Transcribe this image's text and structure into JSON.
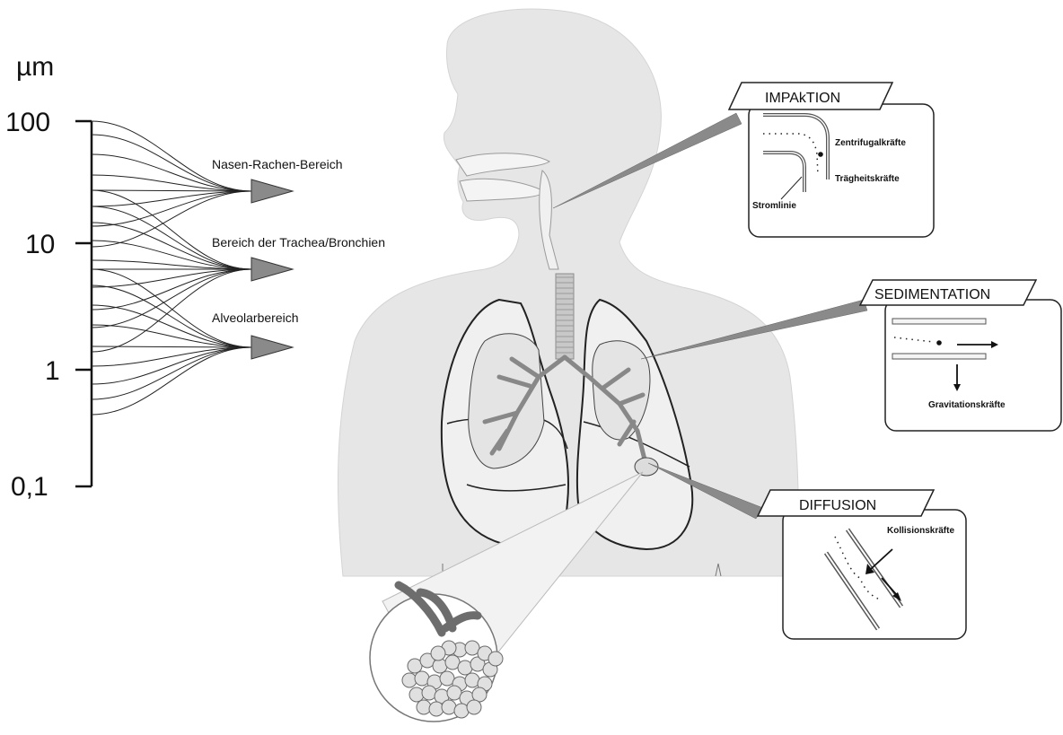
{
  "axis": {
    "unit": "µm",
    "ticks": [
      "100",
      "10",
      "1",
      "0,1"
    ]
  },
  "regions": {
    "nasopharynx": "Nasen-Rachen-Bereich",
    "trachea": "Bereich der Trachea/Bronchien",
    "alveolar": "Alveolarbereich"
  },
  "impaction": {
    "title": "IMPAkTION",
    "centrifugal": "Zentrifugalkräfte",
    "inertia": "Trägheitskräfte",
    "streamline": "Stromlinie"
  },
  "sedimentation": {
    "title": "SEDIMENTATION",
    "gravity": "Gravitationskräfte"
  },
  "diffusion": {
    "title": "DIFFUSION",
    "collision": "Kollisionskräfte"
  },
  "colors": {
    "body": "#e6e6e6",
    "lung": "#efefef",
    "arrow": "#8a8a8a",
    "airway": "#bdbdbd"
  }
}
